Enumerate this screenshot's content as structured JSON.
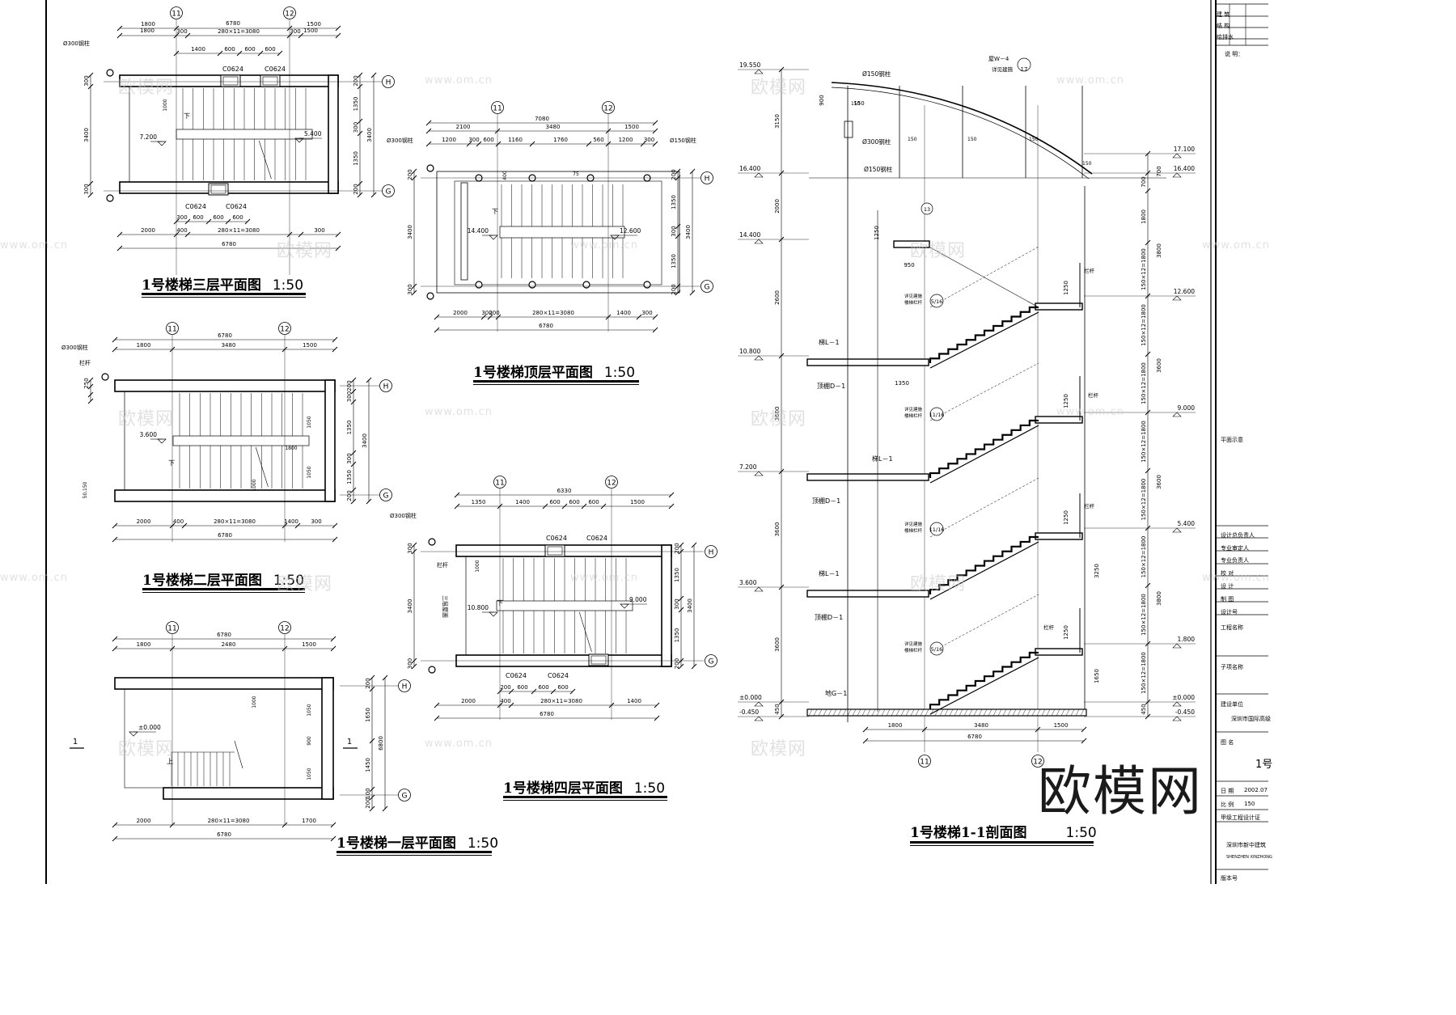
{
  "brand_watermark": "欧模网",
  "watermark_text": "欧模网",
  "watermark_url": "www.om.cn",
  "drawings": {
    "third_floor": {
      "title": "1号楼梯三层平面图",
      "scale": "1:50",
      "axes": [
        "11",
        "12",
        "H",
        "G"
      ],
      "top_dims": [
        "6780",
        "1800",
        "300",
        "280×11=3080",
        "300",
        "1500"
      ],
      "window_dims": [
        "1400",
        "600",
        "600",
        "600"
      ],
      "windows": [
        "C0624",
        "C0624"
      ],
      "bottom_windows": [
        "C0624",
        "C0624"
      ],
      "bottom_window_dims": [
        "300",
        "600",
        "600",
        "600"
      ],
      "bottom_dims": [
        "2000",
        "400",
        "280×11=3080",
        "300"
      ],
      "bottom_total": "6780",
      "left_dims": [
        "300",
        "3400",
        "300"
      ],
      "right_dims": [
        "200",
        "1350",
        "300",
        "1350",
        "200",
        "3400"
      ],
      "elevations": [
        "7.200",
        "5.400"
      ],
      "column": "Ø300钢柱",
      "mark": "下",
      "side_dim": "1000"
    },
    "top_floor": {
      "title": "1号楼梯顶层平面图",
      "scale": "1:50",
      "axes": [
        "11",
        "12",
        "H",
        "G"
      ],
      "top_total": "7080",
      "top_dims": [
        "2100",
        "3480",
        "1500"
      ],
      "top_dims2": [
        "1200",
        "300",
        "600",
        "1160",
        "1760",
        "560",
        "1200",
        "300"
      ],
      "bottom_dims": [
        "2000",
        "300",
        "200",
        "280×11=3080",
        "1400",
        "300"
      ],
      "bottom_total": "6780",
      "left_dims": [
        "200",
        "3400",
        "300"
      ],
      "right_dims": [
        "200",
        "1350",
        "300",
        "1350",
        "200",
        "3400"
      ],
      "elevations": [
        "14.400",
        "12.600"
      ],
      "columns": [
        "Ø300钢柱",
        "Ø150钢柱"
      ],
      "mark": "下",
      "inner_dims": [
        "75",
        "400"
      ]
    },
    "second_floor": {
      "title": "1号楼梯二层平面图",
      "scale": "1:50",
      "axes": [
        "11",
        "12",
        "H",
        "G"
      ],
      "top_total": "6780",
      "top_dims": [
        "1800",
        "3480",
        "1500"
      ],
      "bottom_dims": [
        "2000",
        "400",
        "280×11=3080",
        "1400",
        "300"
      ],
      "bottom_total": "6780",
      "left_dims": [
        "250",
        "50",
        "150"
      ],
      "right_dims": [
        "200",
        "300",
        "1350",
        "300",
        "1350",
        "200",
        "3400"
      ],
      "inner_dims": [
        "1050",
        "1800",
        "1050"
      ],
      "elevations": [
        "3.600"
      ],
      "column": "Ø300钢柱",
      "rail": "栏杆",
      "mark": "下",
      "side_dim": "1000"
    },
    "first_floor": {
      "title": "1号楼梯一层平面图",
      "scale": "1:50",
      "axes": [
        "11",
        "12",
        "H",
        "G"
      ],
      "top_total": "6780",
      "top_dims": [
        "1800",
        "2480",
        "1500"
      ],
      "bottom_dims": [
        "2000",
        "280×11=3080",
        "1700"
      ],
      "bottom_total": "6780",
      "right_dims": [
        "200",
        "1650",
        "1450",
        "100",
        "200",
        "6800"
      ],
      "inner_dims": [
        "1050",
        "900",
        "1050"
      ],
      "elevations": [
        "±0.000"
      ],
      "section_mark": "1",
      "mark": "上",
      "side_dim": "1000"
    },
    "fourth_floor": {
      "title": "1号楼梯四层平面图",
      "scale": "1:50",
      "axes": [
        "11",
        "12",
        "H",
        "G"
      ],
      "top_total": "6330",
      "top_dims": [
        "1350",
        "1400",
        "600",
        "600",
        "600",
        "1500"
      ],
      "windows": [
        "C0624",
        "C0624"
      ],
      "bottom_windows": [
        "C0624",
        "C0624"
      ],
      "bottom_window_dims": [
        "200",
        "600",
        "600",
        "600"
      ],
      "bottom_dims": [
        "2000",
        "400",
        "280×11=3080",
        "1400"
      ],
      "bottom_total": "6780",
      "left_dims": [
        "300",
        "3400",
        "300"
      ],
      "right_dims": [
        "200",
        "1350",
        "300",
        "1350",
        "200",
        "3400"
      ],
      "elevations": [
        "10.800",
        "9.000"
      ],
      "column": "Ø300钢柱",
      "rail": "栏杆",
      "note": "三层屋面",
      "mark": "下",
      "side_dim": "1000"
    },
    "section": {
      "title": "1号楼梯1-1剖面图",
      "scale": "1:50",
      "left_elevations": [
        "19.550",
        "16.400",
        "14.400",
        "10.800",
        "7.200",
        "3.600",
        "±0.000",
        "-0.450"
      ],
      "right_elevations": [
        "17.100",
        "16.400",
        "12.600",
        "9.000",
        "5.400",
        "1.800",
        "±0.000",
        "-0.450"
      ],
      "left_dims": [
        "3150",
        "2000",
        "2600",
        "3600",
        "3600",
        "3600",
        "450"
      ],
      "right_dims": [
        "700",
        "700",
        "1800",
        "3800",
        "150×12=1800",
        "3600",
        "150×12=1800",
        "3600",
        "150×12=1800",
        "3800",
        "150×12=1800",
        "150×12=1800",
        "450"
      ],
      "inner_dims": [
        "1250",
        "950",
        "1250",
        "1350",
        "1250",
        "1250",
        "3250",
        "1250",
        "1650",
        "900",
        "150"
      ],
      "bottom_dims": [
        "1800",
        "3480",
        "1500"
      ],
      "bottom_total": "6780",
      "axes": [
        "11",
        "12"
      ],
      "labels": [
        "梯L－1",
        "顶棚D－1",
        "梯L－1",
        "顶棚D－1",
        "梯L－1",
        "顶棚D－1",
        "地G－1"
      ],
      "roof_label": "屋W－4",
      "roof_note": "详见建施",
      "roof_detail": "17",
      "columns": [
        "Ø150钢柱",
        "Ø300钢柱",
        "Ø150钢柱"
      ],
      "column_dims": [
        "150",
        "150",
        "150",
        "150",
        "150"
      ],
      "rail": "栏杆",
      "notes": [
        "详见建施",
        "楼梯栏杆"
      ],
      "detail_refs": [
        "5/16",
        "11/16",
        "11/16",
        "5/16"
      ],
      "top_detail": "13"
    }
  },
  "title_block": {
    "rows_top": [
      "建 筑",
      "结 构",
      "给排水"
    ],
    "notes_label": "说 明：",
    "plan_label": "平面示意",
    "staff": [
      "设计总负责人",
      "专业审定人",
      "专业负责人",
      "校 对",
      "设 计",
      "制 图",
      "设计号"
    ],
    "project_label": "工程名称",
    "sub_label": "子项名称",
    "client_label": "建设单位",
    "client_value": "深圳市国际高级",
    "drawing_label": "图 名",
    "drawing_value": "1号",
    "date_label": "日 期",
    "date_value": "2002.07",
    "scale_label": "比 例",
    "scale_value": "150",
    "cert_label": "甲级工程设计证",
    "company": "深圳市新中建筑",
    "company_en": "SHENZHEN XINZHONG",
    "version_label": "版本号"
  }
}
